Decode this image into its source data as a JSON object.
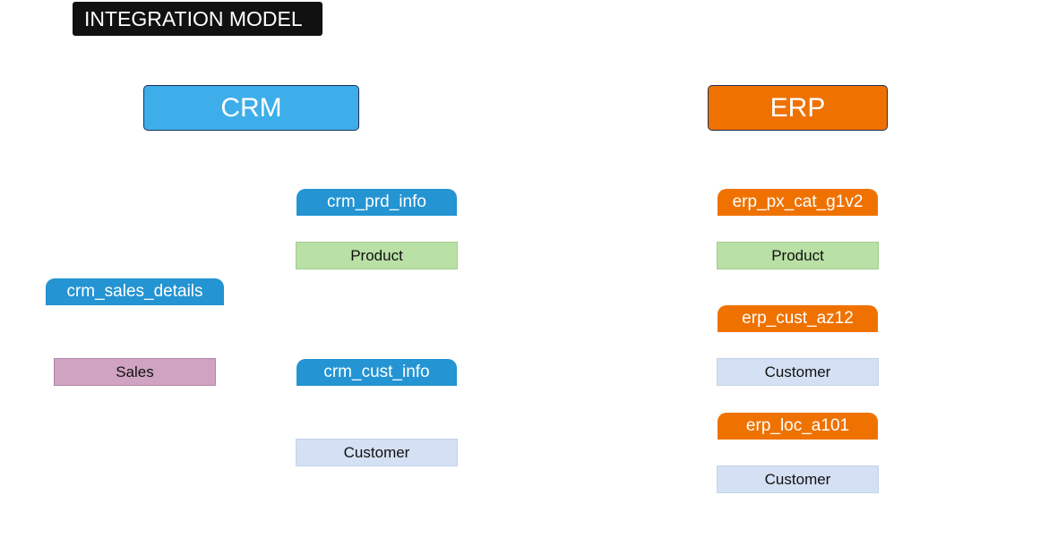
{
  "title": "INTEGRATION MODEL",
  "systems": {
    "crm": {
      "label": "CRM",
      "color": "#3daee9"
    },
    "erp": {
      "label": "ERP",
      "color": "#ef7200"
    }
  },
  "tables": {
    "crm_prd_info": "crm_prd_info",
    "crm_sales_details": "crm_sales_details",
    "crm_cust_info": "crm_cust_info",
    "erp_px_cat_g1v2": "erp_px_cat_g1v2",
    "erp_cust_az12": "erp_cust_az12",
    "erp_loc_a101": "erp_loc_a101"
  },
  "entities": {
    "crm_product": "Product",
    "crm_sales": "Sales",
    "crm_customer": "Customer",
    "erp_product": "Product",
    "erp_customer_az12": "Customer",
    "erp_customer_loc": "Customer"
  },
  "colors": {
    "product": "#b9e0a5",
    "customer": "#d4e0f3",
    "sales": "#cfa3c1",
    "crm_table": "#2494d2",
    "erp_table": "#ef7200"
  }
}
